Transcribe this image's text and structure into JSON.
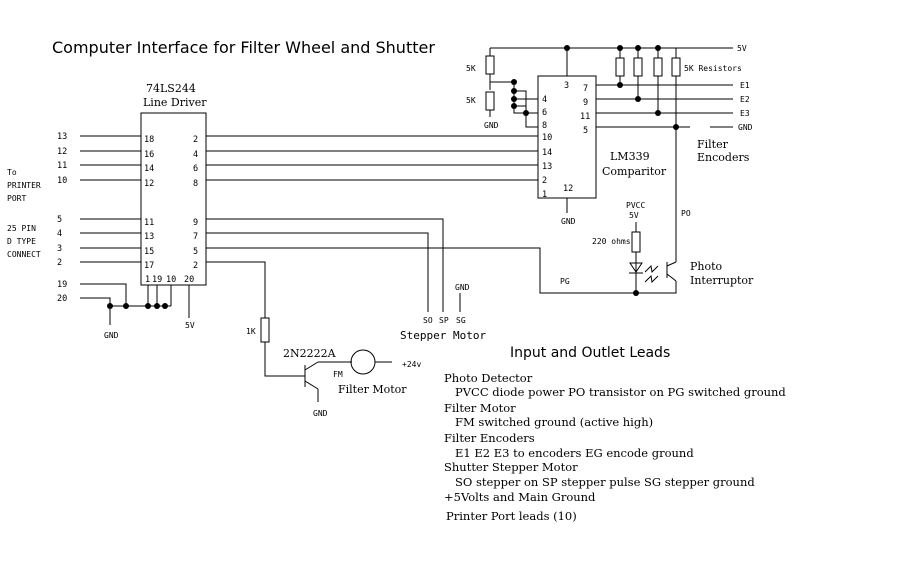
{
  "title": "Computer Interface for Filter Wheel and Shutter",
  "line_driver": {
    "part": "74LS244",
    "name": "Line Driver"
  },
  "comparator": {
    "part": "LM339",
    "name": "Comparitor"
  },
  "labels": {
    "port_to": "To",
    "port_printer": "PRINTER",
    "port_port": "PORT",
    "conn_25pin": "25 PIN",
    "conn_dtype": "D TYPE",
    "conn_connect": "CONNECT",
    "res_5k": "5K",
    "resistors": "5K  Resistors",
    "v5": "5V",
    "gnd": "GND",
    "e1": "E1",
    "e2": "E2",
    "e3": "E3",
    "filter": "Filter",
    "encoders": "Encoders",
    "pvcc": "PVCC",
    "ohms220": "220 ohms",
    "po": "PO",
    "pg": "PG",
    "photo": "Photo",
    "interruptor": "Interruptor",
    "so": "SO",
    "sp": "SP",
    "sg": "SG",
    "stepper_motor": "Stepper Motor",
    "r1k": "1K",
    "transistor": "2N2222A",
    "fm": "FM",
    "v24": "+24v",
    "filter_motor": "Filter Motor"
  },
  "port_pins": [
    "13",
    "12",
    "11",
    "10",
    "5",
    "4",
    "3",
    "2",
    "19",
    "20"
  ],
  "driver_pins": {
    "left": [
      "18",
      "16",
      "14",
      "12",
      "11",
      "13",
      "15",
      "17"
    ],
    "right": [
      "2",
      "4",
      "6",
      "8",
      "9",
      "7",
      "5",
      "2"
    ],
    "bottom": [
      "1",
      "19",
      "10",
      "20"
    ]
  },
  "comparator_pins": {
    "left": [
      "4",
      "6",
      "8",
      "10",
      "14",
      "13",
      "2",
      "1"
    ],
    "right": [
      "7",
      "9",
      "11",
      "5"
    ],
    "top": "3",
    "bottom": "12"
  },
  "notes": {
    "heading": "Input and Outlet Leads",
    "lines": [
      "Photo Detector",
      "PVCC diode power  PO transistor on   PG switched ground",
      "Filter Motor",
      "FM  switched ground    (active high)",
      "Filter Encoders",
      "E1 E2 E3 to encoders  EG  encode ground",
      "Shutter Stepper Motor",
      "SO stepper on  SP stepper pulse  SG stepper ground",
      "+5Volts and Main Ground",
      "Printer Port leads (10)"
    ]
  }
}
